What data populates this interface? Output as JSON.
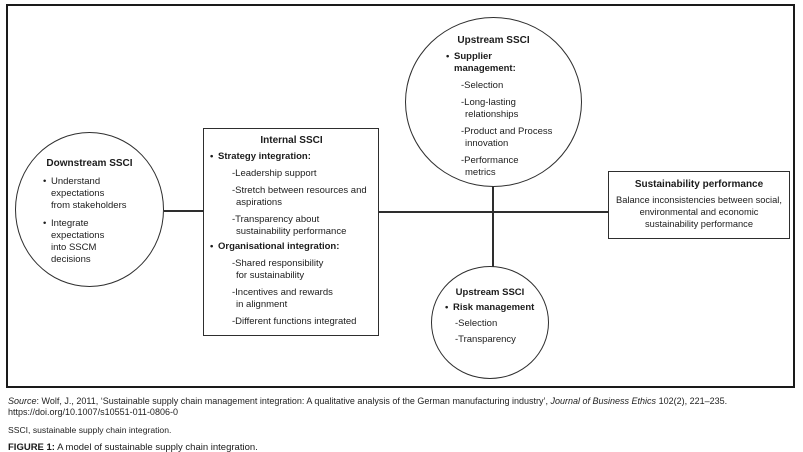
{
  "figure": {
    "downstream": {
      "title": "Downstream SSCI",
      "items": [
        "Understand expectations from stakeholders",
        "Integrate expectations into SSCM decisions"
      ]
    },
    "internal": {
      "title": "Internal SSCI",
      "sections": [
        {
          "heading": "Strategy integration:",
          "items": [
            "-Leadership support",
            "-Stretch between resources and aspirations",
            "-Transparency about sustainability performance"
          ]
        },
        {
          "heading": "Organisational integration:",
          "items": [
            "-Shared responsibility for sustainability",
            "-Incentives and rewards in alignment",
            "-Different functions integrated"
          ]
        }
      ]
    },
    "upstream_top": {
      "title": "Upstream SSCI",
      "heading": "Supplier management:",
      "items": [
        "-Selection",
        "-Long-lasting relationships",
        "-Product and Process innovation",
        "-Performance metrics"
      ]
    },
    "upstream_bottom": {
      "title": "Upstream SSCI",
      "heading": "Risk management",
      "items": [
        "-Selection",
        "-Transparency"
      ]
    },
    "sustainability": {
      "title": "Sustainability performance",
      "body": "Balance inconsistencies between social, environmental and economic sustainability performance"
    }
  },
  "footer": {
    "source_label": "Source",
    "source_text": ": Wolf, J., 2011, ‘Sustainable supply chain management integration: A qualitative analysis of the German manufacturing industry’, ",
    "source_journal": "Journal of Business Ethics",
    "source_tail": " 102(2), 221–235.",
    "source_url": "https://doi.org/10.1007/s10551-011-0806-0",
    "abbreviation_note": "SSCI, sustainable supply chain integration.",
    "caption_label": "FIGURE 1:",
    "caption_text": " A model of sustainable supply chain integration."
  },
  "colors": {
    "ink": "#1c1c1c",
    "line": "#2e2e2e",
    "background": "#ffffff"
  }
}
